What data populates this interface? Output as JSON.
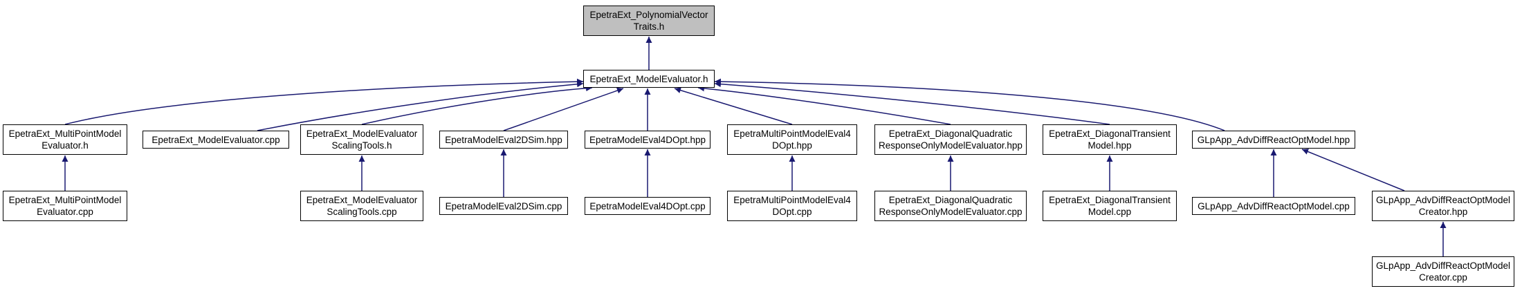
{
  "graph": {
    "edge_color": "#191970",
    "root_fill": "#bfbfbf",
    "nodes": {
      "root": "EpetraExt_PolynomialVector\nTraits.h",
      "model_evaluator_h": "EpetraExt_ModelEvaluator.h",
      "multipoint_h": "EpetraExt_MultiPointModel\nEvaluator.h",
      "model_evaluator_cpp": "EpetraExt_ModelEvaluator.cpp",
      "scaling_h": "EpetraExt_ModelEvaluator\nScalingTools.h",
      "eval2dsim_hpp": "EpetraModelEval2DSim.hpp",
      "eval4dopt_hpp": "EpetraModelEval4DOpt.hpp",
      "mp_eval4dopt_hpp": "EpetraMultiPointModelEval4\nDOpt.hpp",
      "diag_quad_hpp": "EpetraExt_DiagonalQuadratic\nResponseOnlyModelEvaluator.hpp",
      "diag_trans_hpp": "EpetraExt_DiagonalTransient\nModel.hpp",
      "glp_model_hpp": "GLpApp_AdvDiffReactOptModel.hpp",
      "multipoint_cpp": "EpetraExt_MultiPointModel\nEvaluator.cpp",
      "scaling_cpp": "EpetraExt_ModelEvaluator\nScalingTools.cpp",
      "eval2dsim_cpp": "EpetraModelEval2DSim.cpp",
      "eval4dopt_cpp": "EpetraModelEval4DOpt.cpp",
      "mp_eval4dopt_cpp": "EpetraMultiPointModelEval4\nDOpt.cpp",
      "diag_quad_cpp": "EpetraExt_DiagonalQuadratic\nResponseOnlyModelEvaluator.cpp",
      "diag_trans_cpp": "EpetraExt_DiagonalTransient\nModel.cpp",
      "glp_model_cpp": "GLpApp_AdvDiffReactOptModel.cpp",
      "glp_creator_hpp": "GLpApp_AdvDiffReactOptModel\nCreator.hpp",
      "glp_creator_cpp": "GLpApp_AdvDiffReactOptModel\nCreator.cpp"
    }
  }
}
